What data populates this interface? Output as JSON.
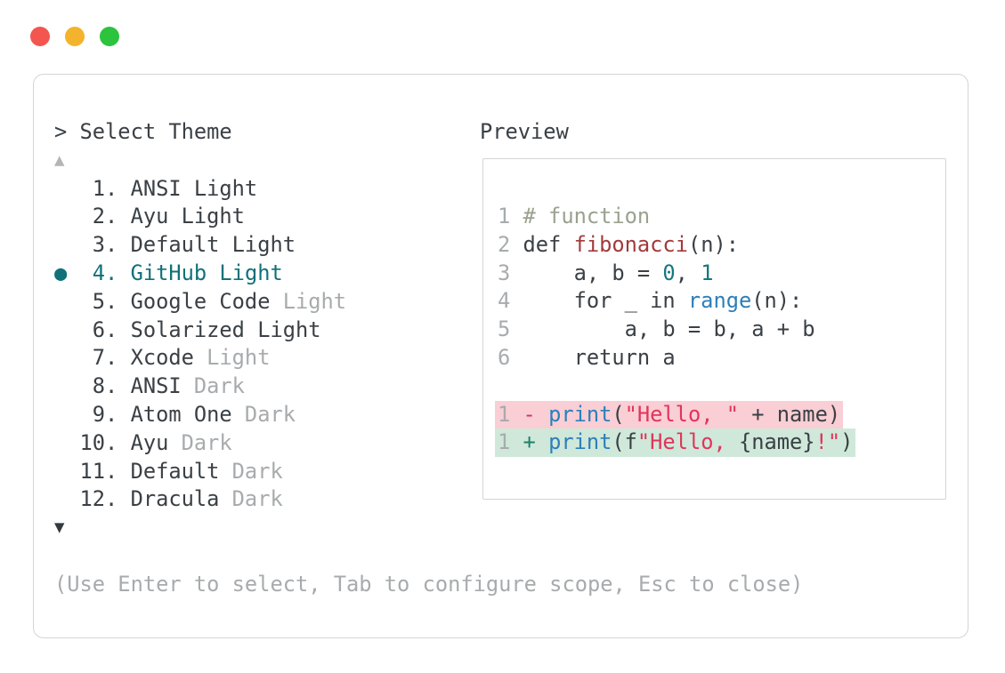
{
  "colors": {
    "dark": "#3a4045",
    "muted": "#a8abad",
    "accent": "#117179",
    "comment": "#9aa18f",
    "func": "#a33a3a",
    "num": "#15787f",
    "builtin": "#2d7fb8",
    "str": "#e0355c",
    "minus": "#d8365c",
    "plus": "#1e8068",
    "removed_bg": "#f9ced4",
    "added_bg": "#cfe8da",
    "border": "#d4d4d4",
    "traffic_red": "#f2564e",
    "traffic_yellow": "#f3b32c",
    "traffic_green": "#2cc33d"
  },
  "picker": {
    "title": "> Select Theme",
    "scroll_up": "▲",
    "scroll_down": "▼",
    "selected_marker": "●",
    "footer_hint": "(Use Enter to select, Tab to configure scope, Esc to close)",
    "items": [
      {
        "number": "1.",
        "name": "ANSI",
        "suffix": "Light",
        "suffix_muted": false,
        "selected": false
      },
      {
        "number": "2.",
        "name": "Ayu",
        "suffix": "Light",
        "suffix_muted": false,
        "selected": false
      },
      {
        "number": "3.",
        "name": "Default",
        "suffix": "Light",
        "suffix_muted": false,
        "selected": false
      },
      {
        "number": "4.",
        "name": "GitHub",
        "suffix": "Light",
        "suffix_muted": false,
        "selected": true
      },
      {
        "number": "5.",
        "name": "Google Code",
        "suffix": "Light",
        "suffix_muted": true,
        "selected": false
      },
      {
        "number": "6.",
        "name": "Solarized",
        "suffix": "Light",
        "suffix_muted": false,
        "selected": false
      },
      {
        "number": "7.",
        "name": "Xcode",
        "suffix": "Light",
        "suffix_muted": true,
        "selected": false
      },
      {
        "number": "8.",
        "name": "ANSI",
        "suffix": "Dark",
        "suffix_muted": true,
        "selected": false
      },
      {
        "number": "9.",
        "name": "Atom One",
        "suffix": "Dark",
        "suffix_muted": true,
        "selected": false
      },
      {
        "number": "10.",
        "name": "Ayu",
        "suffix": "Dark",
        "suffix_muted": true,
        "selected": false
      },
      {
        "number": "11.",
        "name": "Default",
        "suffix": "Dark",
        "suffix_muted": true,
        "selected": false
      },
      {
        "number": "12.",
        "name": "Dracula",
        "suffix": "Dark",
        "suffix_muted": true,
        "selected": false
      }
    ]
  },
  "preview": {
    "label": "Preview",
    "lines": [
      {
        "line_no": "1",
        "tokens": [
          {
            "text": " ",
            "style": "plain"
          },
          {
            "text": "# function",
            "style": "comment"
          }
        ]
      },
      {
        "line_no": "2",
        "tokens": [
          {
            "text": " def ",
            "style": "plain"
          },
          {
            "text": "fibonacci",
            "style": "func"
          },
          {
            "text": "(n):",
            "style": "plain"
          }
        ]
      },
      {
        "line_no": "3",
        "tokens": [
          {
            "text": "     a, b = ",
            "style": "plain"
          },
          {
            "text": "0",
            "style": "num"
          },
          {
            "text": ", ",
            "style": "plain"
          },
          {
            "text": "1",
            "style": "num"
          }
        ]
      },
      {
        "line_no": "4",
        "tokens": [
          {
            "text": "     for _ in ",
            "style": "plain"
          },
          {
            "text": "range",
            "style": "builtin"
          },
          {
            "text": "(n):",
            "style": "plain"
          }
        ]
      },
      {
        "line_no": "5",
        "tokens": [
          {
            "text": "         a, b = b, a + b",
            "style": "plain"
          }
        ]
      },
      {
        "line_no": "6",
        "tokens": [
          {
            "text": "     return a",
            "style": "plain"
          }
        ]
      },
      {
        "line_no": null,
        "tokens": []
      },
      {
        "line_no": "1",
        "diff": "removed",
        "tokens": [
          {
            "text": " ",
            "style": "plain"
          },
          {
            "text": "-",
            "style": "minus"
          },
          {
            "text": " ",
            "style": "plain"
          },
          {
            "text": "print",
            "style": "builtin"
          },
          {
            "text": "(",
            "style": "plain"
          },
          {
            "text": "\"Hello, \"",
            "style": "str"
          },
          {
            "text": " + name)",
            "style": "plain"
          }
        ]
      },
      {
        "line_no": "1",
        "diff": "added",
        "tokens": [
          {
            "text": " ",
            "style": "plain"
          },
          {
            "text": "+",
            "style": "plus"
          },
          {
            "text": " ",
            "style": "plain"
          },
          {
            "text": "print",
            "style": "builtin"
          },
          {
            "text": "(f",
            "style": "plain"
          },
          {
            "text": "\"Hello, ",
            "style": "str"
          },
          {
            "text": "{name}",
            "style": "plain"
          },
          {
            "text": "!\"",
            "style": "str"
          },
          {
            "text": ")",
            "style": "plain"
          }
        ]
      }
    ]
  }
}
